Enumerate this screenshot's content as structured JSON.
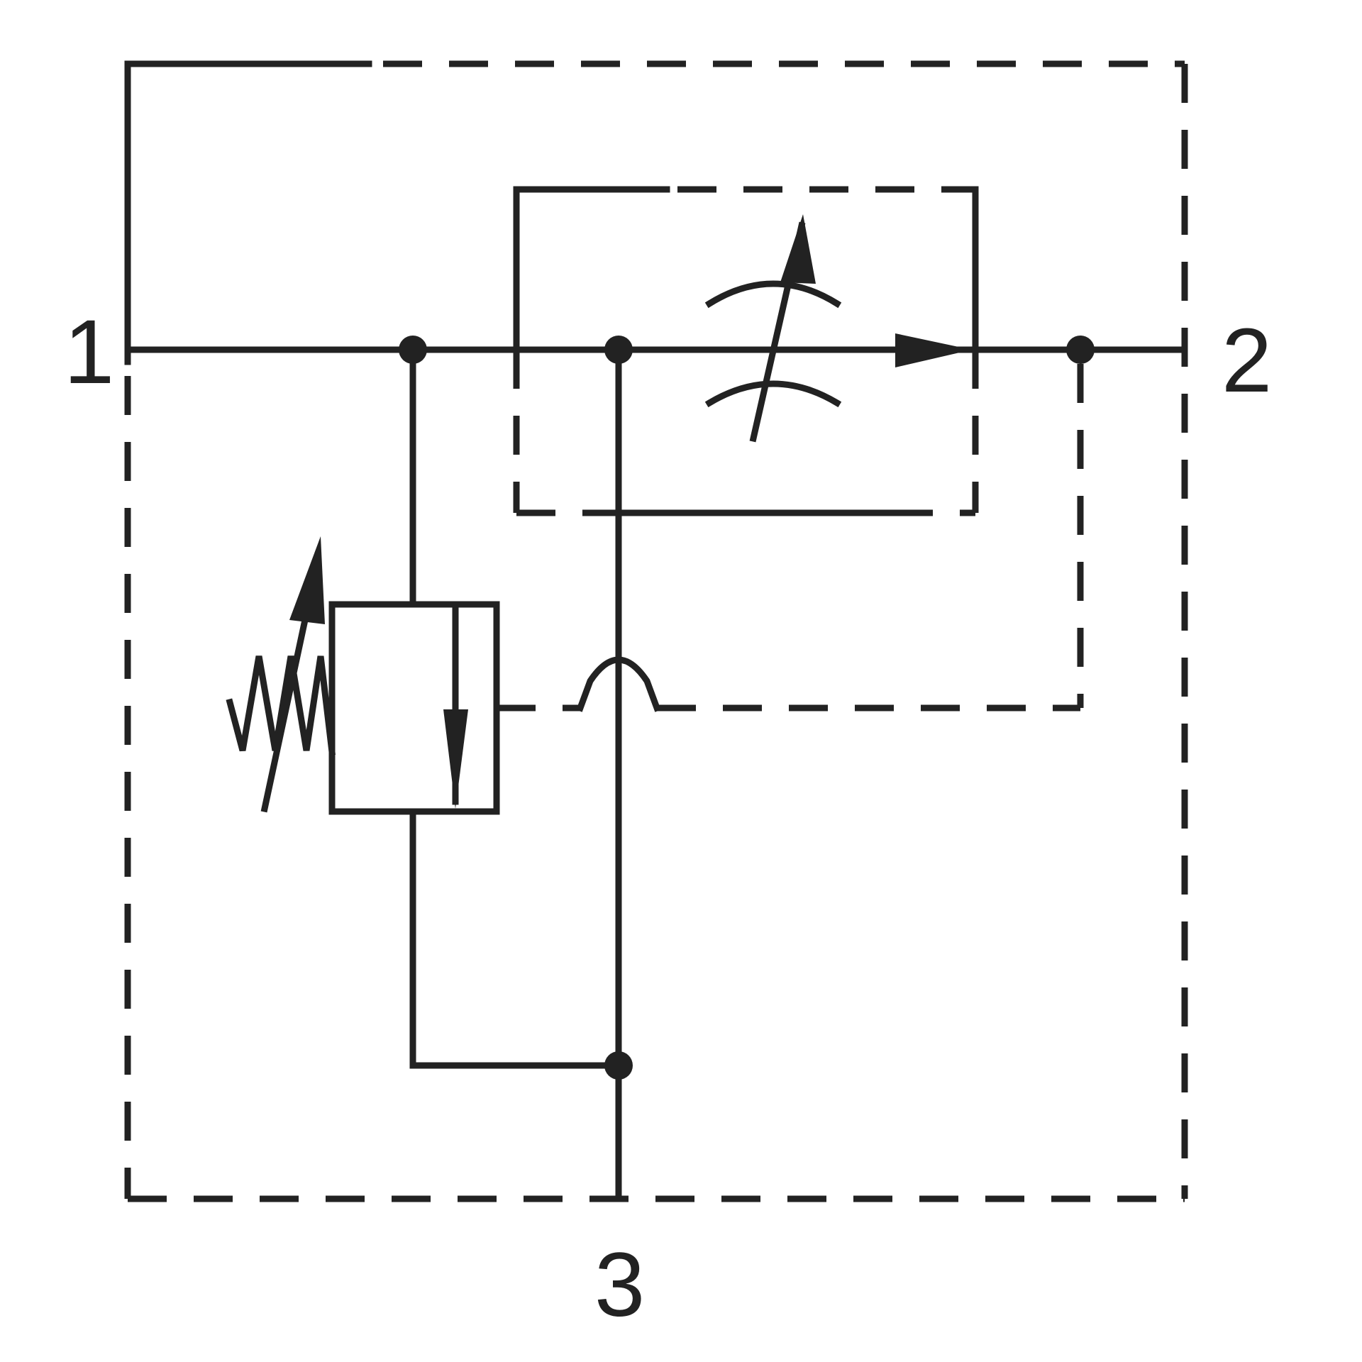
{
  "ports": {
    "port_1": "1",
    "port_2": "2",
    "port_3": "3"
  },
  "colors": {
    "line": "#222222",
    "background": "#ffffff"
  }
}
